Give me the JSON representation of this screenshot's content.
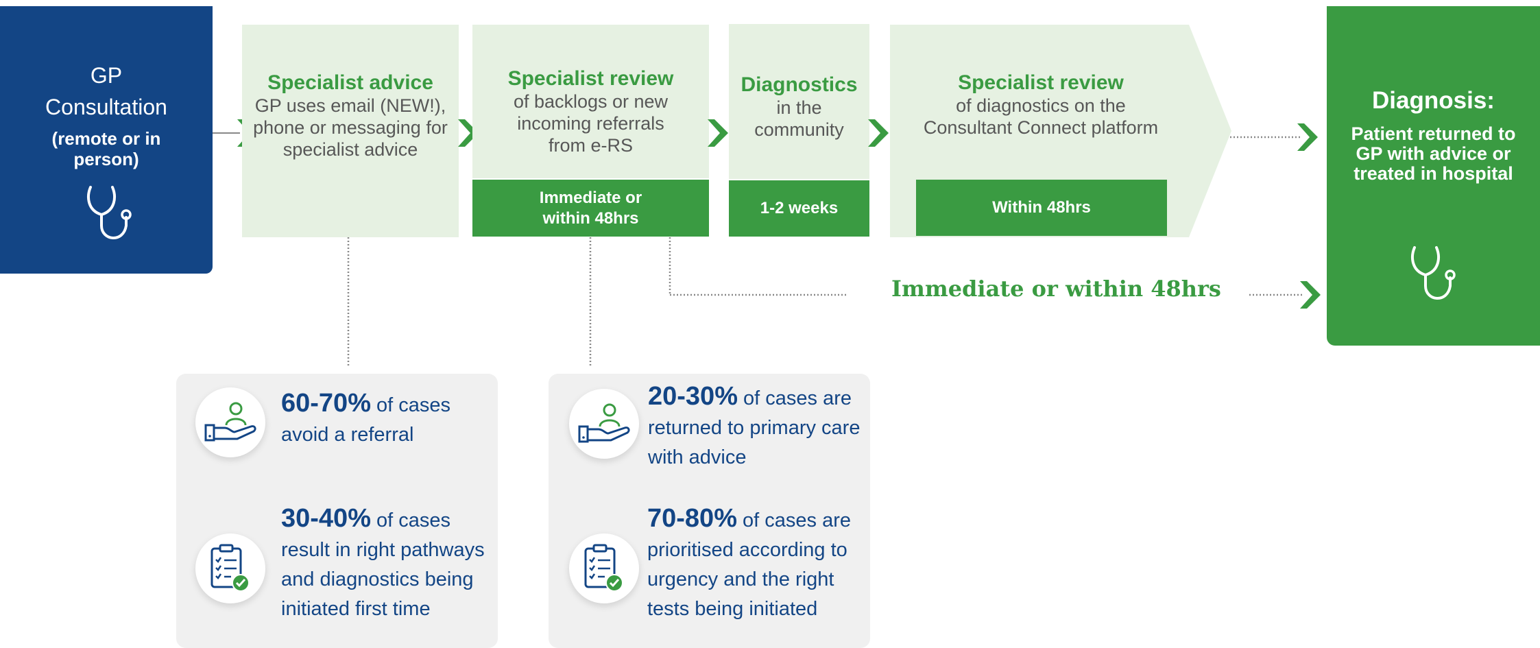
{
  "gp": {
    "title": "GP Consultation",
    "subtitle": "(remote or in person)"
  },
  "stages": [
    {
      "title": "Specialist advice",
      "desc": "GP uses email (NEW!), phone or messaging for specialist advice"
    },
    {
      "title": "Specialist review",
      "desc": "of backlogs or new incoming referrals from e-RS",
      "bar": "Immediate or within 48hrs"
    },
    {
      "title": "Diagnostics",
      "desc": "in the community",
      "bar": "1-2 weeks"
    },
    {
      "title": "Specialist review",
      "desc": "of diagnostics on the Consultant Connect platform",
      "bar": "Within 48hrs"
    }
  ],
  "immediate_label": "Immediate or within 48hrs",
  "diagnosis": {
    "title": "Diagnosis:",
    "text": "Patient returned to GP with advice or treated in hospital"
  },
  "stats": {
    "left": [
      {
        "big": "60-70%",
        "rest": "of cases avoid a referral",
        "icon": "hand-person-icon"
      },
      {
        "big": "30-40%",
        "rest": "of cases result in right pathways and diagnostics being initiated first time",
        "icon": "clipboard-check-icon"
      }
    ],
    "right": [
      {
        "big": "20-30%",
        "rest": "of cases are returned to primary care with advice",
        "icon": "hand-person-icon"
      },
      {
        "big": "70-80%",
        "rest": "of cases are prioritised according to urgency and the right tests being initiated",
        "icon": "clipboard-check-icon"
      }
    ]
  },
  "colors": {
    "navy": "#134585",
    "green": "#3a9b42",
    "light_green": "#e6f1e2",
    "grey_panel": "#f0f0f0"
  }
}
